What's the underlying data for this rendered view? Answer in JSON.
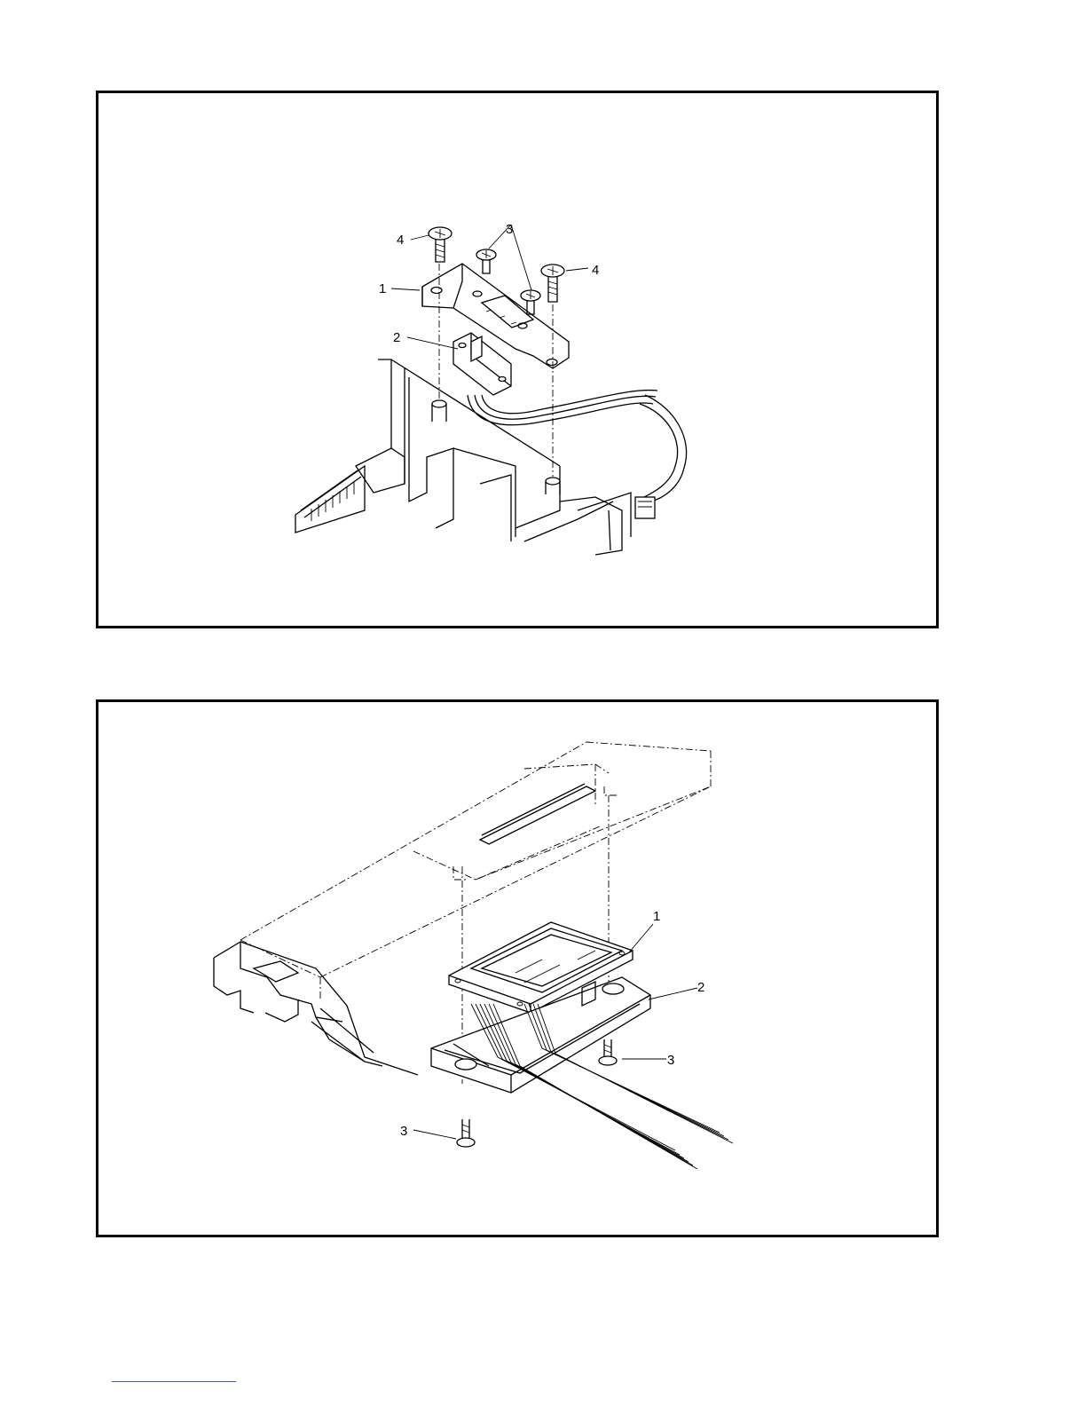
{
  "figure_top": {
    "callouts": [
      "1",
      "2",
      "3",
      "4",
      "4"
    ]
  },
  "figure_bottom": {
    "callouts": [
      "1",
      "2",
      "3",
      "3"
    ]
  },
  "colors": {
    "line": "#000000",
    "background": "#ffffff",
    "footer_rule": "#3a5bbf"
  }
}
